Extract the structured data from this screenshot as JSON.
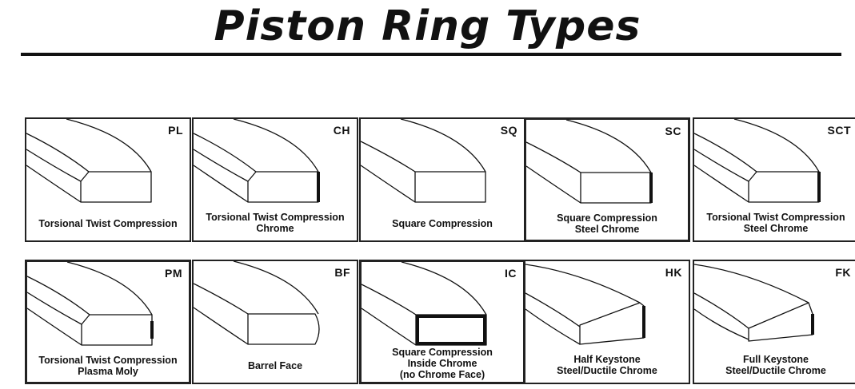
{
  "title": "Piston Ring Types",
  "rings": [
    {
      "code": "PL",
      "lines": [
        "Torsional Twist Compression"
      ],
      "profile": "twist"
    },
    {
      "code": "CH",
      "lines": [
        "Torsional Twist Compression",
        "Chrome"
      ],
      "profile": "twist-chrome"
    },
    {
      "code": "SQ",
      "lines": [
        "Square Compression"
      ],
      "profile": "square"
    },
    {
      "code": "SC",
      "lines": [
        "Square Compression",
        "Steel Chrome"
      ],
      "profile": "square-chrome"
    },
    {
      "code": "SCT",
      "lines": [
        "Torsional Twist Compression",
        "Steel Chrome"
      ],
      "profile": "twist-chrome"
    },
    {
      "code": "PM",
      "lines": [
        "Torsional Twist Compression",
        "Plasma Moly"
      ],
      "profile": "twist-moly"
    },
    {
      "code": "BF",
      "lines": [
        "Barrel Face"
      ],
      "profile": "barrel"
    },
    {
      "code": "IC",
      "lines": [
        "Square Compression",
        "Inside Chrome",
        "(no Chrome Face)"
      ],
      "profile": "inside-chrome"
    },
    {
      "code": "HK",
      "lines": [
        "Half Keystone",
        "Steel/Ductile  Chrome"
      ],
      "profile": "half-keystone"
    },
    {
      "code": "FK",
      "lines": [
        "Full Keystone",
        "Steel/Ductile  Chrome"
      ],
      "profile": "full-keystone"
    }
  ]
}
